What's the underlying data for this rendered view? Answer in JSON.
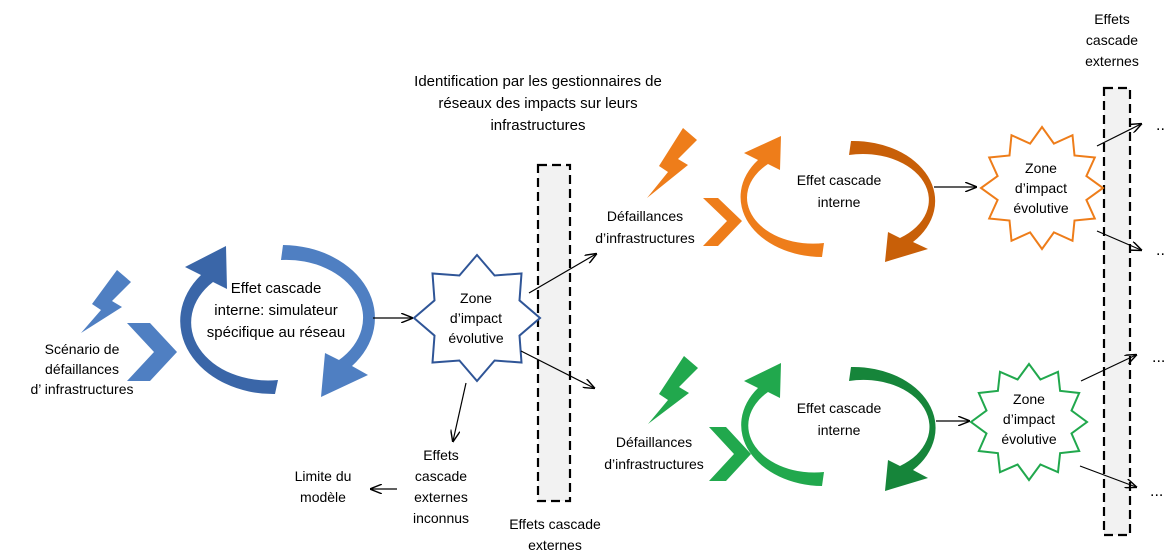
{
  "labels": {
    "top_identification": [
      "Identification par les gestionnaires de",
      "réseaux des impacts sur leurs",
      "infrastructures"
    ],
    "top_right_effets": [
      "Effets",
      "cascade",
      "externes"
    ],
    "scenario": [
      "Scénario de",
      "défaillances",
      "d’ infrastructures"
    ],
    "blue_cycle": [
      "Effet cascade",
      "interne:  simulateur",
      "spécifique au réseau"
    ],
    "zone_main": [
      "Zone",
      "d’impact",
      "évolutive"
    ],
    "effets_inconnus": [
      "Effets",
      "cascade",
      "externes",
      "inconnus"
    ],
    "limite": [
      "Limite du",
      "modèle"
    ],
    "effets_bottom_mid": [
      "Effets  cascade",
      "externes"
    ],
    "defaillances_orange": [
      "Défaillances",
      "d’infrastructures"
    ],
    "orange_cycle": [
      "Effet cascade",
      "interne"
    ],
    "zone_orange": [
      "Zone",
      "d’impact",
      "évolutive"
    ],
    "defaillances_green": [
      "Défaillances",
      "d’infrastructures"
    ],
    "green_cycle": [
      "Effet cascade",
      "interne"
    ],
    "zone_green": [
      "Zone",
      "d’impact",
      "évolutive"
    ],
    "ellipsis": "..",
    "ellipsis_long": "..."
  },
  "colors": {
    "blue": "#4f7fc2",
    "blue_dark": "#3a66a8",
    "orange": "#ee7d1a",
    "orange_dark": "#c85f08",
    "green": "#21a84d",
    "green_dark": "#16853a",
    "star_blue_stroke": "#2f5597",
    "star_orange_stroke": "#ee7d1a",
    "star_green_stroke": "#21a84d",
    "text": "#000000",
    "bar_fill": "#f2f2f2"
  },
  "icons": [
    "lightning-icon",
    "chevron-arrow-icon",
    "cycle-arrows-icon",
    "star-burst-icon"
  ]
}
